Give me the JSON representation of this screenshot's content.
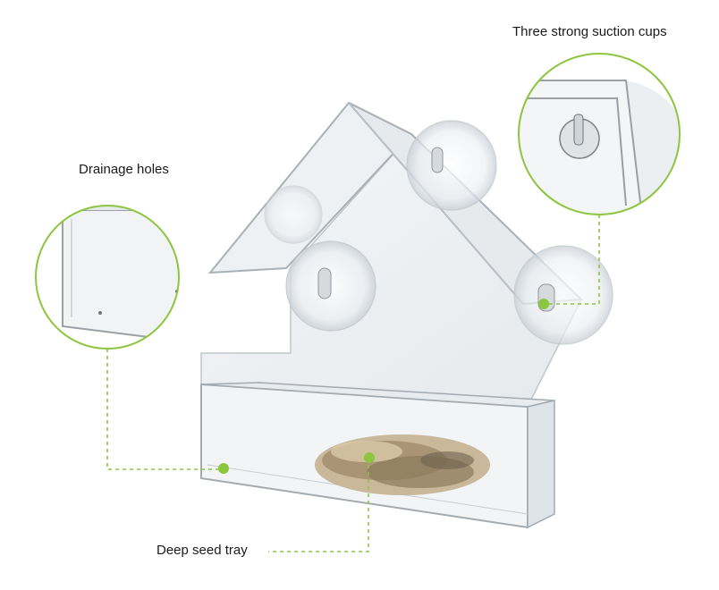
{
  "callouts": {
    "suction_cups": "Three strong suction cups",
    "drainage_holes": "Drainage holes",
    "seed_tray": "Deep seed tray"
  },
  "colors": {
    "accent": "#8cc63f",
    "outline": "#9aa0a6",
    "acrylic": "#e9edf0"
  }
}
